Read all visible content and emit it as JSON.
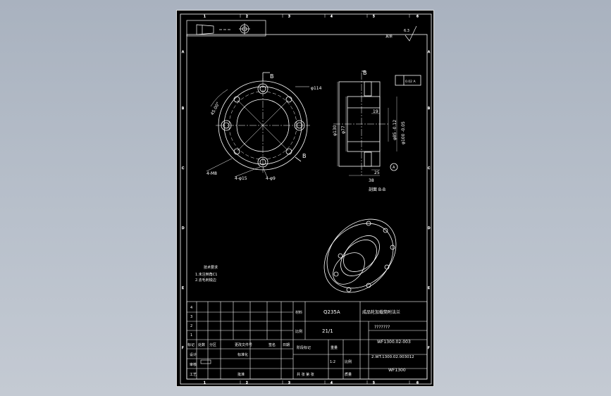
{
  "zone_cols": [
    "1",
    "2",
    "3",
    "4",
    "5",
    "6"
  ],
  "zone_rows": [
    "A",
    "B",
    "C",
    "D",
    "E",
    "F"
  ],
  "roughness": {
    "value": "6.3",
    "note": "其余"
  },
  "front_view": {
    "section_mark_top": "B",
    "section_mark_bottom": "B",
    "dim_bolt_circle": "φ114",
    "dim_angle": "45.00°",
    "dim_holes_a": "4-φ15",
    "dim_holes_b": "4-φ9",
    "dim_thread": "4-M8"
  },
  "section_view": {
    "section_mark": "B",
    "tolerance": "0.02 A",
    "dim_outer": "φ130",
    "dim_mid": "φ77",
    "dim_bore1": "φ85 -0.12",
    "dim_bore2": "φ100 -0.05",
    "dim_19": "19",
    "dim_25": "25",
    "dim_38": "38",
    "section_label": "剖面 B-B",
    "datum": "A"
  },
  "notes": {
    "title": "技术要求",
    "items": [
      "1.未注倒角C1",
      "2.去毛刺锐边"
    ]
  },
  "title_block": {
    "rev_rows": [
      "4",
      "3",
      "2",
      "1"
    ],
    "material_label": "材料",
    "material": "Q235A",
    "scale_label": "比例",
    "scale": "21/1",
    "part_name": "成品轮加载筒附法兰",
    "company": "???????",
    "drawing_no": "WF1300.02-003",
    "file_name": "2.WT.1300.02.003012",
    "assembly_no": "WF1300",
    "sheet_size": "1:2",
    "hdr_mark": "标记",
    "hdr_count": "处数",
    "hdr_zone": "分区",
    "hdr_change_doc": "更改文件号",
    "hdr_sign": "签名",
    "hdr_date": "日期",
    "row_designer": "设计",
    "row_checker": "审核",
    "row_process": "工艺",
    "lbl_std": "标准化",
    "lbl_approve": "批准",
    "lbl_stage": "阶段标记",
    "lbl_weight": "重量",
    "lbl_ratio": "比例",
    "lbl_sheets": "共 张 第 张",
    "lbl_mass": "质量"
  }
}
